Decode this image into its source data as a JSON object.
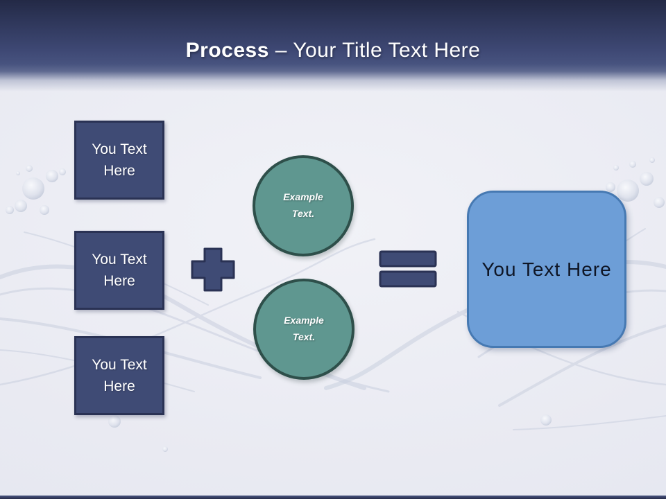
{
  "header": {
    "title_bold": "Process",
    "title_rest": " – Your Title Text Here"
  },
  "diagram": {
    "input_boxes": [
      {
        "label": "You Text Here"
      },
      {
        "label": "You Text Here"
      },
      {
        "label": "You Text Here"
      }
    ],
    "operators": {
      "plus": "+",
      "equals": "="
    },
    "circles": [
      {
        "label": "Example Text."
      },
      {
        "label": "Example Text."
      }
    ],
    "result_box": {
      "label": "You Text Here"
    }
  },
  "colors": {
    "header_navy": "#232946",
    "header_blue": "#47537f",
    "shape_navy_fill": "#3f4b75",
    "shape_navy_border": "#2a3254",
    "circle_teal_fill": "#5f9790",
    "circle_teal_border": "#2e4f4a",
    "result_blue_fill": "#6d9ed7",
    "result_blue_border": "#4679b2",
    "background": "#e9eaf2"
  }
}
